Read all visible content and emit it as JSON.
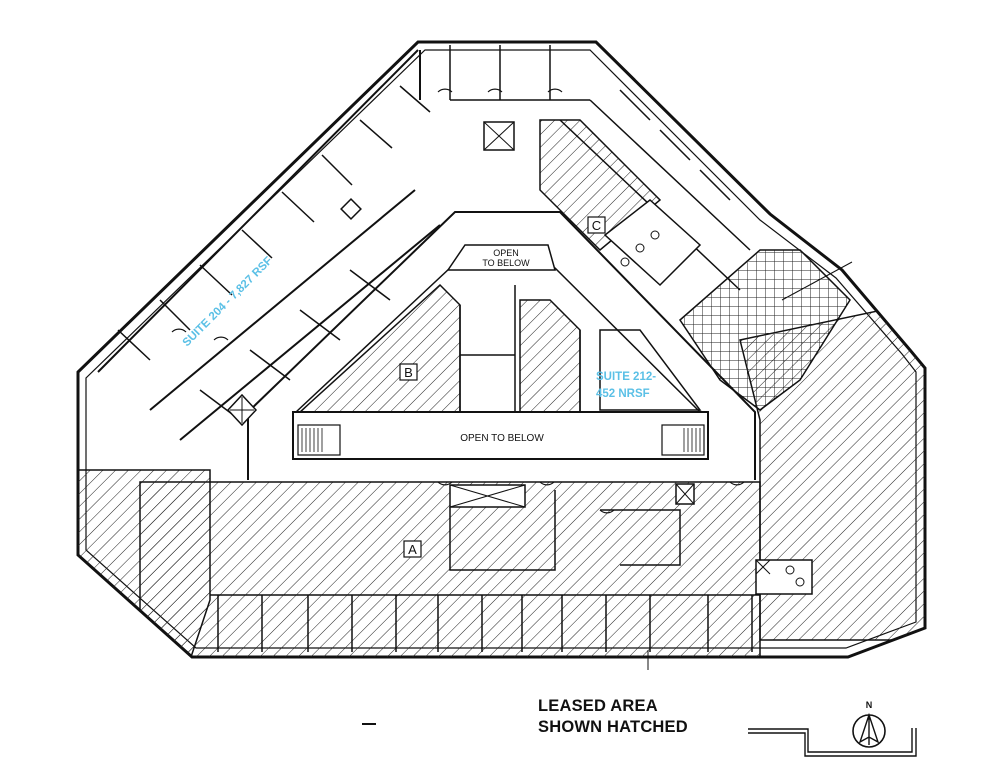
{
  "labels": {
    "open_top_1": "OPEN",
    "open_top_2": "TO BELOW",
    "open_center": "OPEN TO BELOW",
    "area_a": "A",
    "area_b": "B",
    "area_c": "C",
    "suite_204": "SUITE 204 - 7,827 RSF",
    "suite_212_1": "SUITE 212-",
    "suite_212_2": "452 NRSF"
  },
  "legend": {
    "line1": "LEASED AREA",
    "line2": "SHOWN HATCHED"
  },
  "north": {
    "label": "N"
  },
  "colors": {
    "line": "#111111",
    "suite_text": "#5bc0e6",
    "background": "#ffffff"
  }
}
